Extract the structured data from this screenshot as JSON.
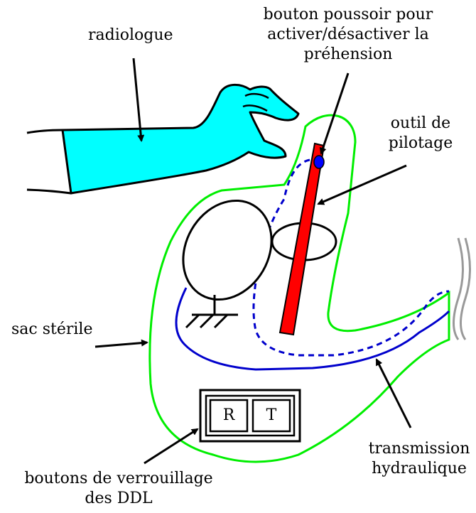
{
  "labels": {
    "radiologue": "radiologue",
    "bouton": [
      "bouton poussoir pour",
      "activer/désactiver la",
      "préhension"
    ],
    "outil": [
      "outil de",
      "pilotage"
    ],
    "sac": "sac stérile",
    "transmission": [
      "transmission",
      "hydraulique"
    ],
    "verrouillage": [
      "boutons de verrouillage",
      "des DDL"
    ]
  },
  "buttons": {
    "r": "R",
    "t": "T"
  },
  "colors": {
    "sterile_bag": "#00ee00",
    "hydraulic": "#0000cc",
    "tool": "#ff0000",
    "hand": "#00ffff",
    "push_button": "#0000ff",
    "wall": "#999999"
  }
}
